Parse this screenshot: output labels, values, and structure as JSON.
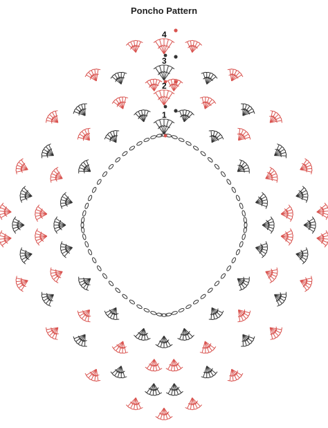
{
  "title": "Poncho Pattern",
  "round_labels": [
    "4",
    "3",
    "2",
    "1"
  ],
  "colors": {
    "red": "#d9534f",
    "dark": "#333333",
    "background": "#ffffff"
  },
  "stitch_symbols": [
    "chain-oval",
    "double-crochet-fan",
    "start-dot"
  ]
}
